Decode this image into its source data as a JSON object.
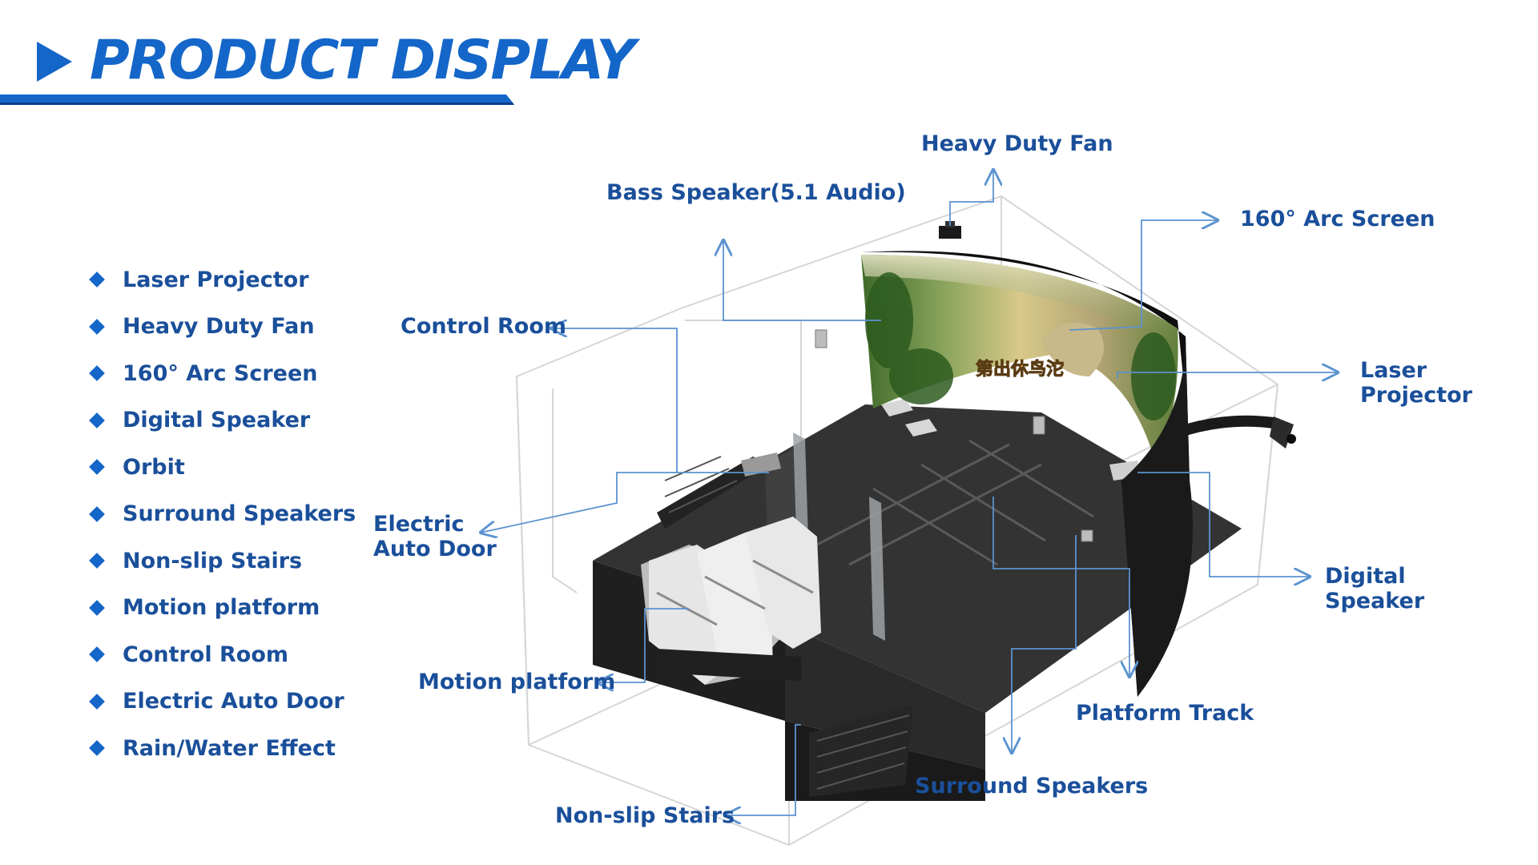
{
  "header": {
    "title": "PRODUCT DISPLAY",
    "accent_color": "#1466c9",
    "icon": "play-triangle-icon"
  },
  "features": [
    "Laser Projector",
    "Heavy Duty Fan",
    "160° Arc Screen",
    "Digital Speaker",
    "Orbit",
    "Surround Speakers",
    "Non-slip Stairs",
    "Motion platform",
    "Control Room",
    "Electric Auto Door",
    "Rain/Water Effect"
  ],
  "callouts": {
    "heavy_duty_fan": "Heavy Duty Fan",
    "bass_speaker": "Bass Speaker(5.1 Audio)",
    "arc_screen": "160° Arc Screen",
    "control_room": "Control Room",
    "laser_projector": [
      "Laser",
      "Projector"
    ],
    "electric_auto_door": [
      "Electric",
      "Auto Door"
    ],
    "digital_speaker": [
      "Digital",
      "Speaker"
    ],
    "motion_platform": "Motion platform",
    "platform_track": "Platform Track",
    "surround_speakers": "Surround Speakers",
    "non_slip_stairs": "Non-slip Stairs"
  },
  "screen_caption": "第出休鸟沱",
  "colors": {
    "text": "#1a4f9a",
    "leader_line": "#5b93cf",
    "floor": "#3a3a3a"
  }
}
